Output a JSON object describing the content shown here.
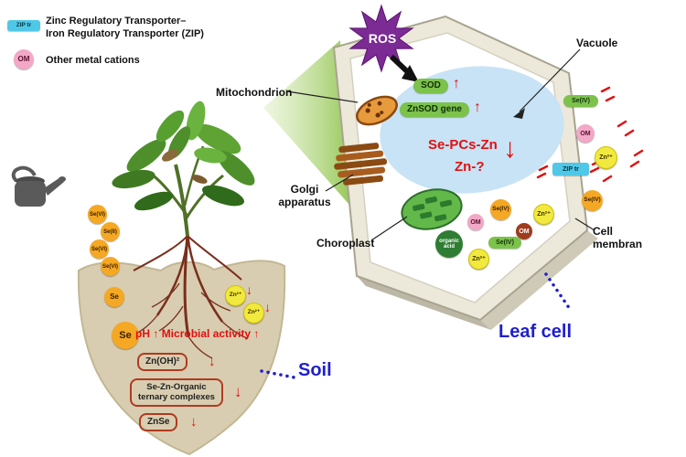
{
  "legend": {
    "zip_badge": "ZIP tr",
    "zip_line1": "Zinc Regulatory Transporter–",
    "zip_line2": "Iron Regulatory Transporter (ZIP)",
    "om_badge": "OM",
    "om_label": "Other metal cations"
  },
  "glyphs": {
    "up": "↑",
    "down": "↓"
  },
  "colors": {
    "accent_blue": "#1f1fd0",
    "accent_red": "#e01111",
    "zip_cyan": "#4fc8e8",
    "ros_purple": "#7b2b93",
    "soil_tan": "#d8cdb0",
    "vacuole_blue": "#c8e3f5"
  },
  "soil": {
    "title": "Soil",
    "ions": [
      "Se(VI)",
      "Se(II)",
      "Se(VI)",
      "Se(VI)"
    ],
    "se_small": "Se",
    "se_big": "Se",
    "zn_top": "Zn²⁺",
    "zn_bottom": "Zn²⁺",
    "ph": "pH",
    "microbial": "Microbial activity",
    "box_znoh": "Zn(OH)²",
    "box_complex_line1": "Se-Zn-Organic",
    "box_complex_line2": "ternary complexes",
    "box_znse": "ZnSe"
  },
  "cell": {
    "title": "Leaf cell",
    "ros": "ROS",
    "sod": "SOD",
    "znsod_gene": "ZnSOD gene",
    "se_pcs_zn": "Se-PCs-Zn",
    "zn_unknown": "Zn-?",
    "zip_tr": "ZIP tr",
    "labels": {
      "vacuole": "Vacuole",
      "mitochondrion": "Mitochondrion",
      "golgi_line1": "Golgi",
      "golgi_line2": "apparatus",
      "chloroplast": "Choroplast",
      "membrane_line1": "Cell",
      "membrane_line2": "membran"
    },
    "inside": {
      "om_pink": "OM",
      "se_iv_orange": "Se(IV)",
      "zn_right": "Zn²⁺",
      "om_dark": "OM",
      "se_iv_green": "Se(IV)",
      "zn_left": "Zn²⁺",
      "organic_line1": "organic",
      "organic_line2": "acid"
    },
    "outside": {
      "se_iv_green": "Se(IV)",
      "om": "OM",
      "zn": "Zn²⁺",
      "se_iv_orange": "Se(IV)"
    }
  }
}
